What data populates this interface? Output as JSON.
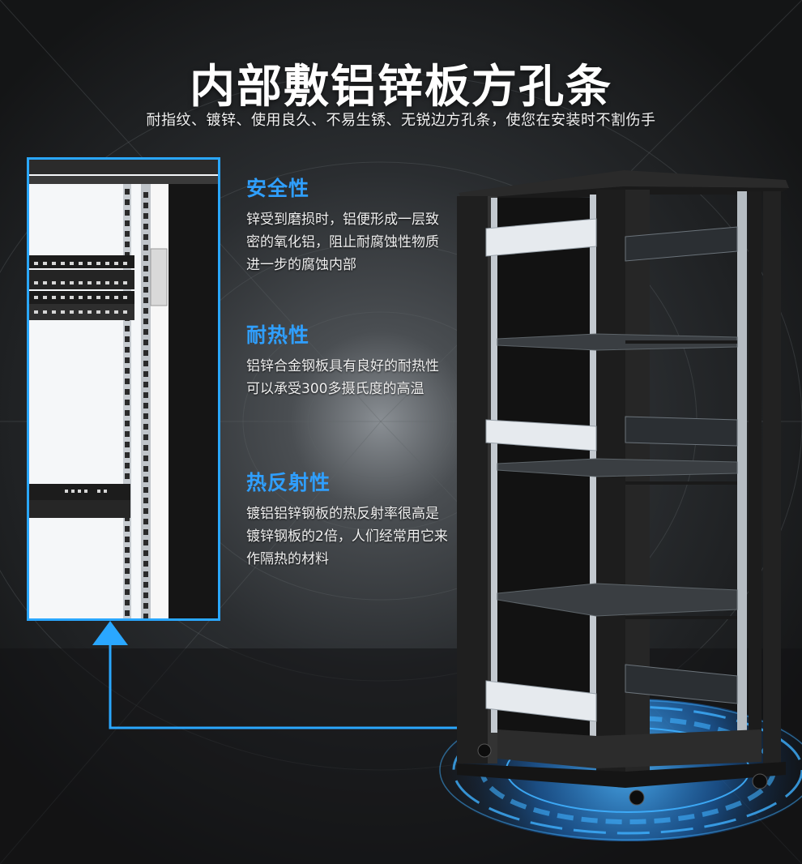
{
  "header": {
    "title": "内部敷铝锌板方孔条",
    "subtitle": "耐指纹、镀锌、使用良久、不易生锈、无锐边方孔条，使您在安装时不割伤手"
  },
  "features": [
    {
      "heading": "安全性",
      "body": "锌受到磨损时，铝便形成一层致密的氧化铝，阻止耐腐蚀性物质进一步的腐蚀内部"
    },
    {
      "heading": "耐热性",
      "body": "铝锌合金钢板具有良好的耐热性可以承受300多摄氏度的高温"
    },
    {
      "heading": "热反射性",
      "body": "镀铝铝锌钢板的热反射率很高是镀锌钢板的2倍，人们经常用它来作隔热的材料"
    }
  ],
  "colors": {
    "accent": "#2f9fff",
    "frame": "#2aa7ff",
    "glow": "#1e90ff"
  }
}
